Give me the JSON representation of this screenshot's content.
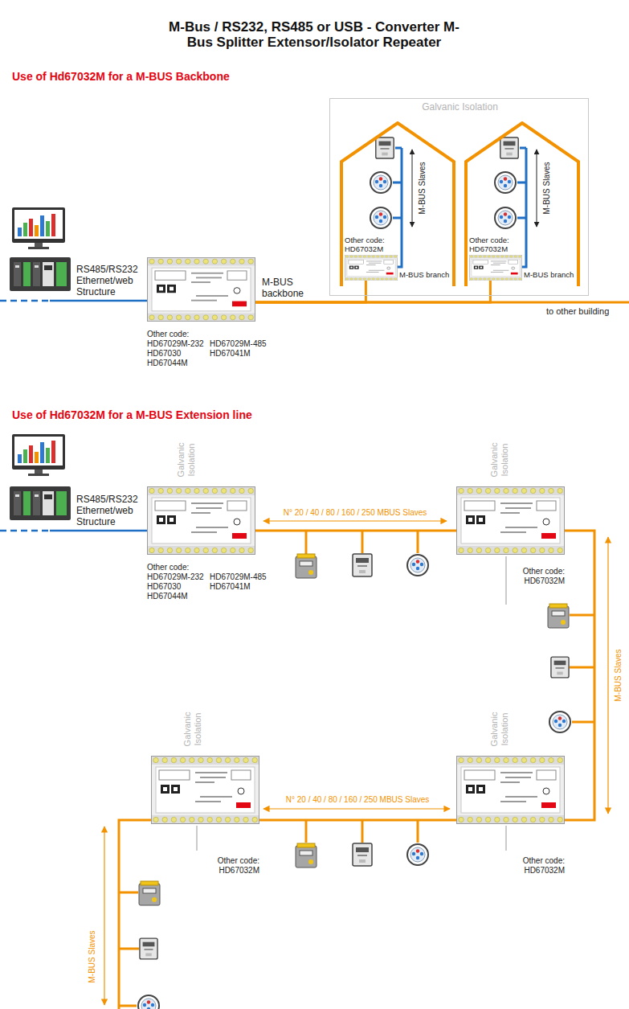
{
  "diagram": {
    "title": "M-Bus / RS232, RS485 or USB - Converter M-Bus Splitter Extensor/Isolator Repeater",
    "nodes": [
      {
        "text": [
          "Galvanic Isolation"
        ]
      },
      {
        "text": [
          "M-BUS Slaves"
        ],
        "in": 0
      },
      {
        "text": [
          "Other code: HD67032M"
        ],
        "in": 1
      },
      {
        "text": [
          "M-BUS Slaves"
        ],
        "in": 0
      },
      {
        "text": [
          "Other code: HD67032M"
        ],
        "in": 3
      },
      {
        "text": [
          "Other code: HD67029M-232 HD67030 HD67044M",
          "HD67029M-485 HD67041M"
        ]
      },
      {
        "text": [
          "Other code: HD67029M-232 HD67030 HD67044M",
          "HD67029M-485 HD67041M"
        ]
      },
      {
        "text": [
          "Other code: HD67032M"
        ]
      },
      {
        "text": [
          "Other code: HD67032M"
        ]
      },
      {
        "text": [
          "Other code: HD67032M"
        ]
      }
    ],
    "edges": [
      {
        "from": 5,
        "to": 2,
        "arrow": "none",
        "label": "M-BUS backbone"
      },
      {
        "from": 5,
        "to": 4,
        "arrow": "none"
      },
      {
        "from": 6,
        "to": 7,
        "arrow": "none"
      },
      {
        "from": 7,
        "to": 9,
        "arrow": "none"
      },
      {
        "from": 9,
        "to": 8,
        "arrow": "none"
      }
    ],
    "labels": [
      "Use of Hd67032M for a M-BUS Backbone",
      "RS485/RS232 Ethernet/web Structure",
      "M-BUS branch",
      "M-BUS branch",
      "to other building",
      "Use of Hd67032M for a M-BUS Extension line",
      "RS485/RS232 Ethernet/web Structure",
      "Galvanic Isolation",
      "Galvanic Isolation",
      "N° 20 / 40 / 80 / 160 / 250 MBUS Slaves",
      "M-BUS Slaves",
      "Galvanic Isolation",
      "Galvanic Isolation",
      "N° 20 / 40 / 80 / 160 / 250 MBUS Slaves",
      "M-BUS Slaves"
    ]
  }
}
